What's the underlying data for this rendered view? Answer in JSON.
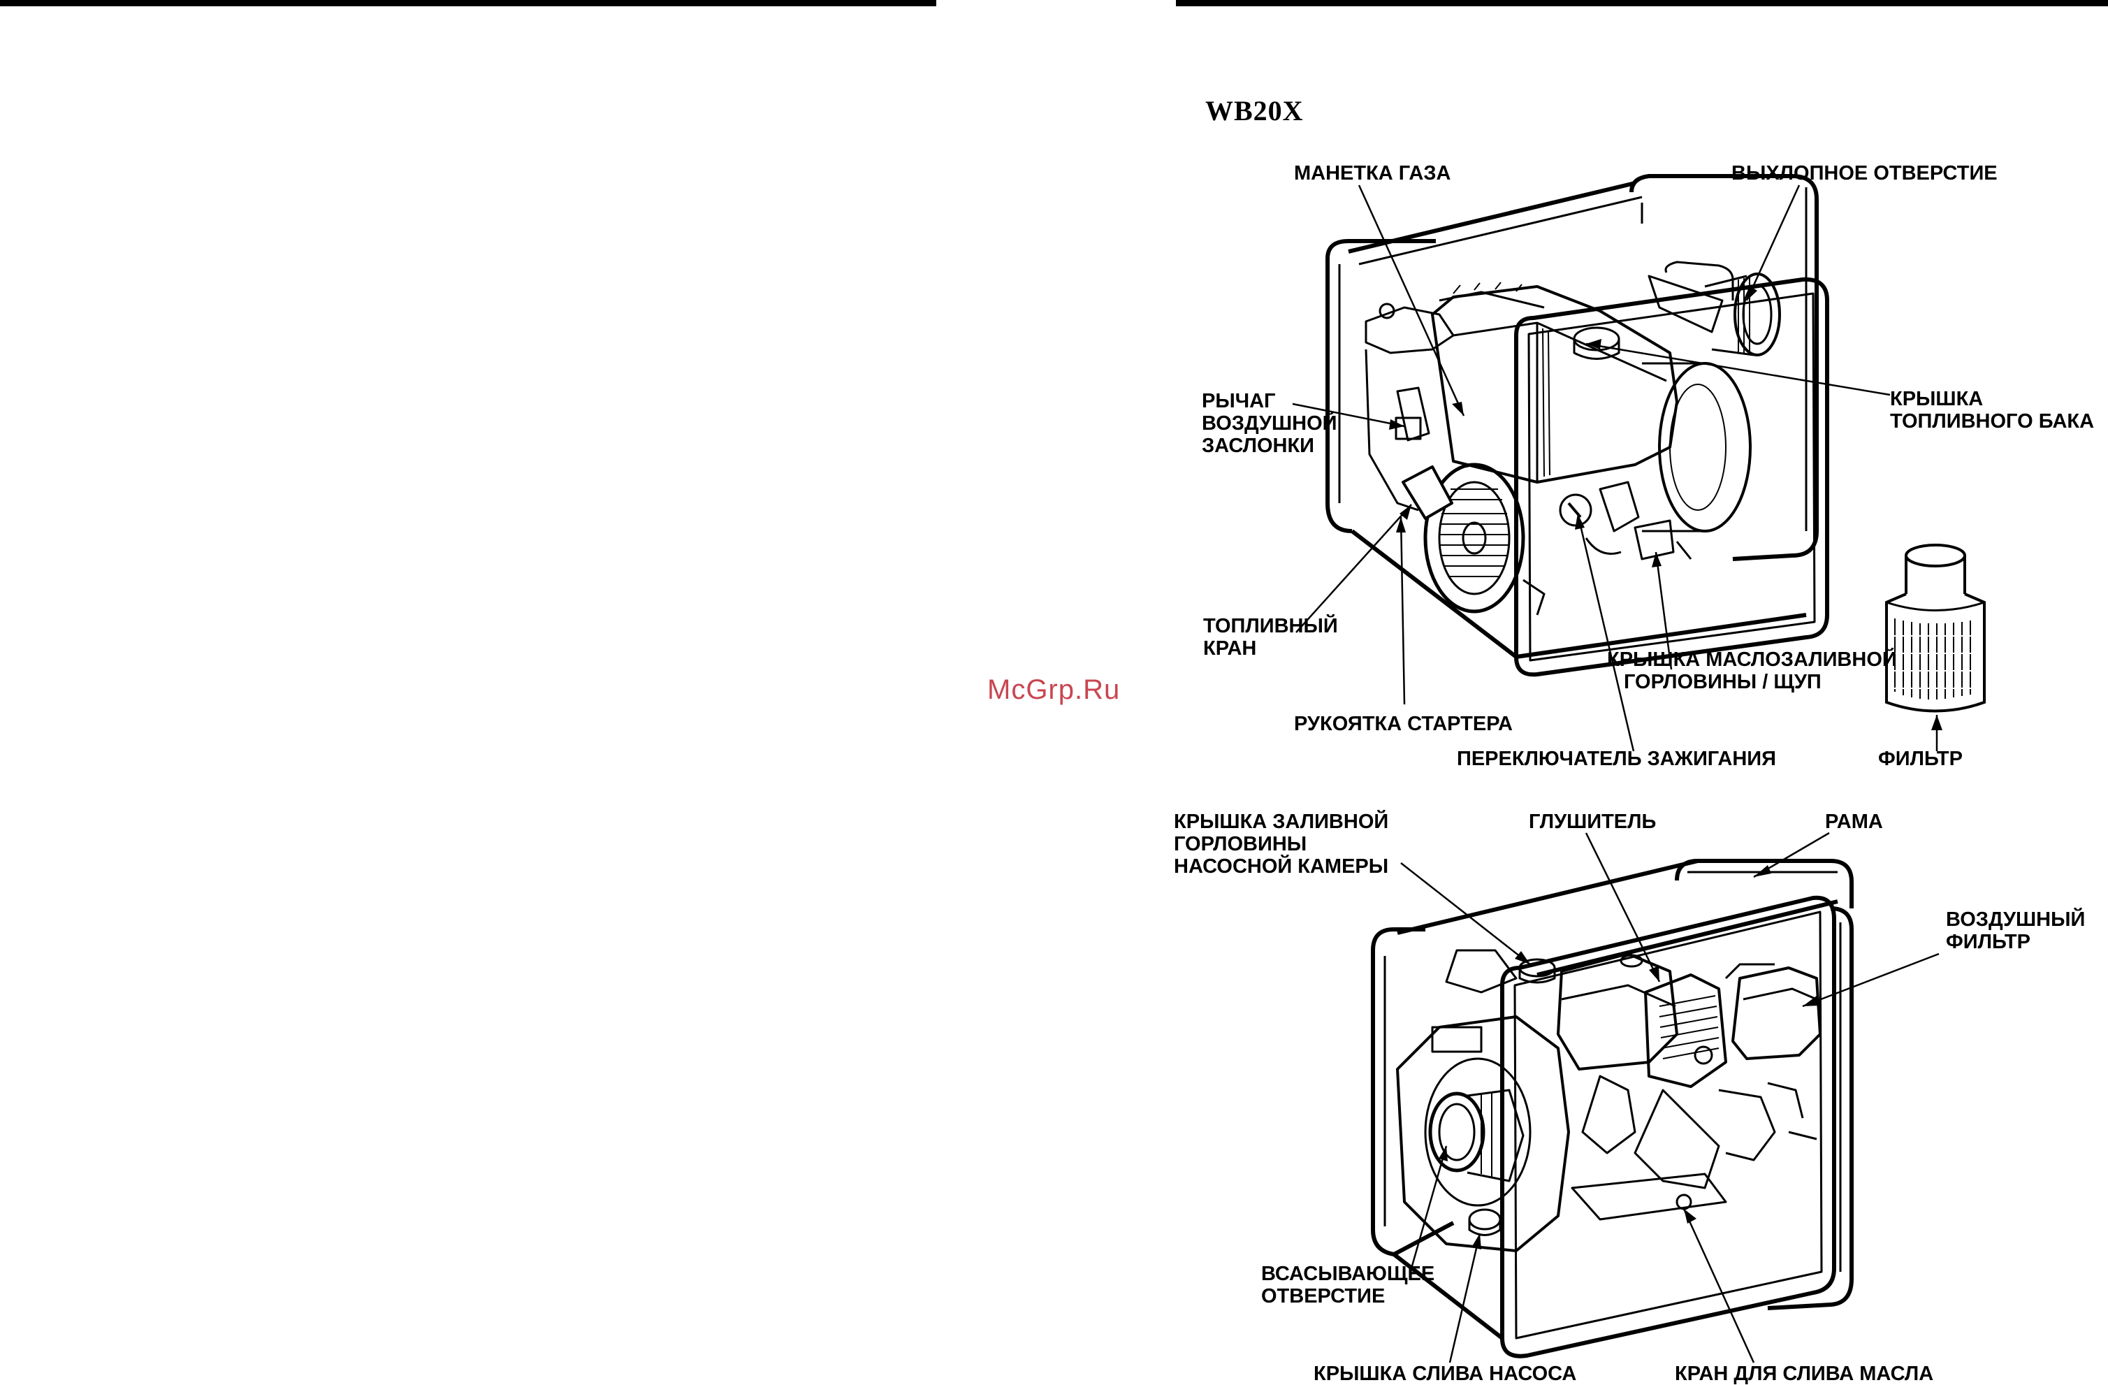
{
  "model": "WB20X",
  "watermark": "McGrp.Ru",
  "top_labels": {
    "throttle": "МАНЕТКА ГАЗА",
    "exhaust": "ВЫХЛОПНОЕ ОТВЕРСТИЕ",
    "choke": [
      "РЫЧАГ",
      "ВОЗДУШНОЙ",
      "ЗАСЛОНКИ"
    ],
    "fuel_cap": [
      "КРЫШКА",
      "ТОПЛИВНОГО БАКА"
    ],
    "fuel_valve": [
      "ТОПЛИВНЫЙ",
      "КРАН"
    ],
    "oil_cap": [
      "КРЫШКА МАСЛОЗАЛИВНОЙ",
      "ГОРЛОВИНЫ / ЩУП"
    ],
    "starter": "РУКОЯТКА СТАРТЕРА",
    "ignition": "ПЕРЕКЛЮЧАТЕЛЬ ЗАЖИГАНИЯ",
    "filter": "ФИЛЬТР"
  },
  "bottom_labels": {
    "priming_cap": [
      "КРЫШКА ЗАЛИВНОЙ",
      "ГОРЛОВИНЫ",
      "НАСОСНОЙ КАМЕРЫ"
    ],
    "muffler": "ГЛУШИТЕЛЬ",
    "frame": "РАМА",
    "air_filter": [
      "ВОЗДУШНЫЙ",
      "ФИЛЬТР"
    ],
    "suction": [
      "ВСАСЫВАЮЩЕЕ",
      "ОТВЕРСТИЕ"
    ],
    "pump_drain": "КРЫШКА СЛИВА НАСОСА",
    "oil_drain": "КРАН ДЛЯ СЛИВА МАСЛА"
  }
}
